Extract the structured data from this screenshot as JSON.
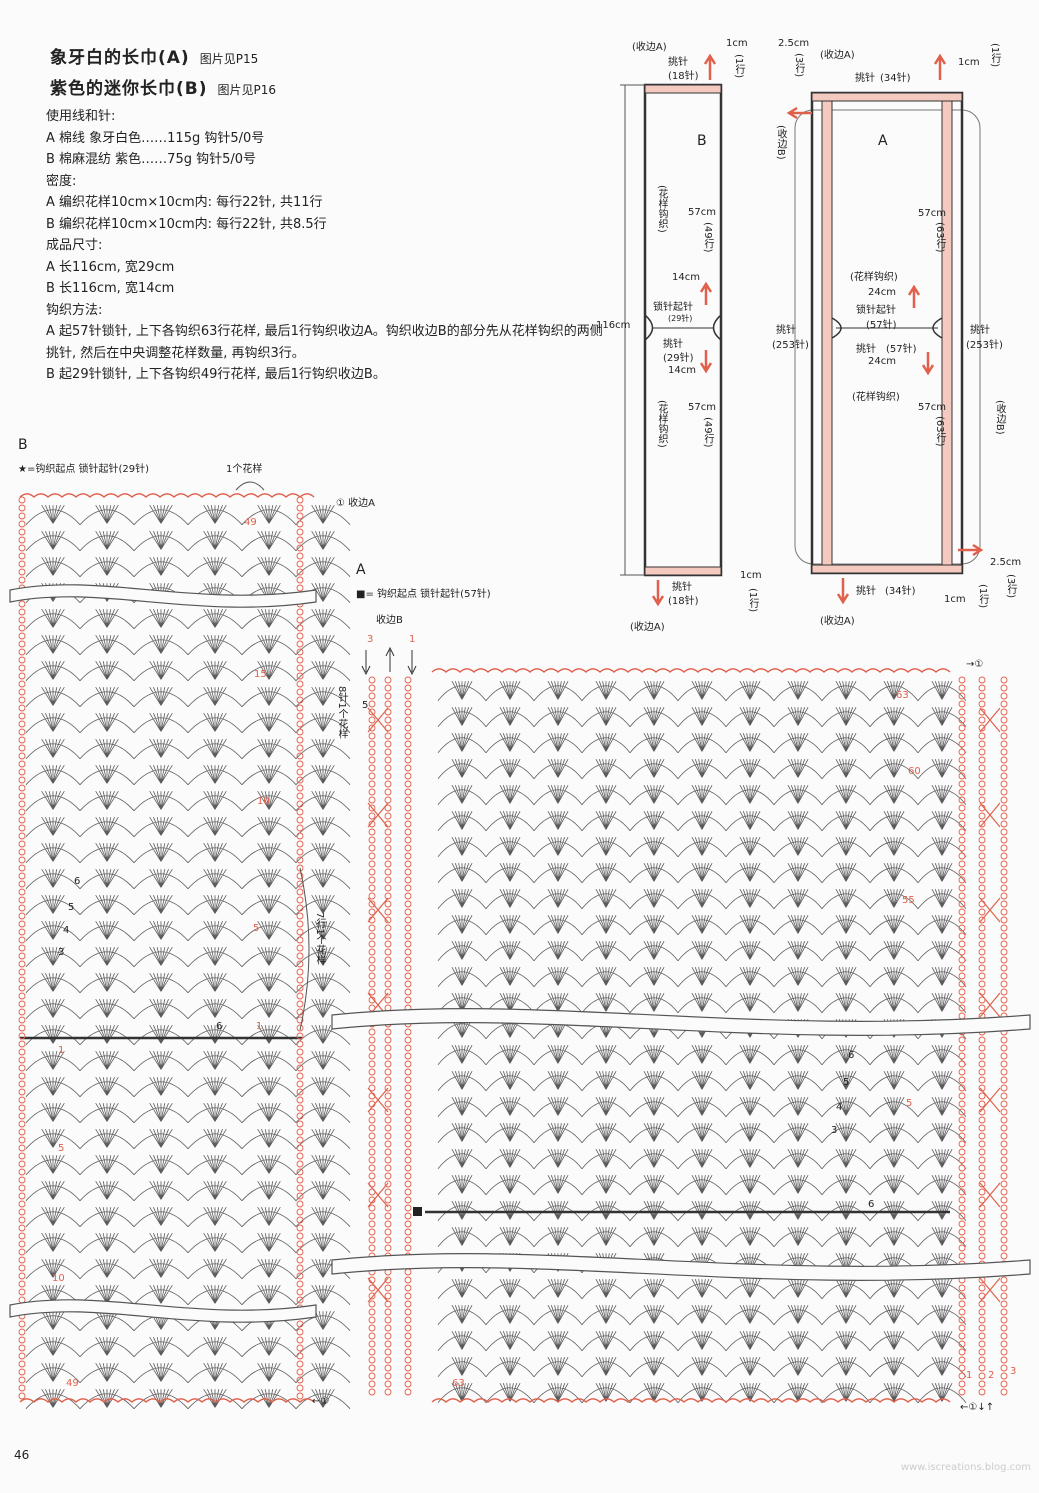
{
  "titles": {
    "a_title": "象牙白的长巾(A)",
    "a_ref": "图片见P15",
    "b_title": "紫色的迷你长巾(B)",
    "b_ref": "图片见P16"
  },
  "info": {
    "materials_head": "使用线和针:",
    "materials_a": "A 棉线 象牙白色……115g 钩针5/0号",
    "materials_b": "B 棉麻混纺 紫色……75g 钩针5/0号",
    "density_head": "密度:",
    "density_a": "A 编织花样10cm×10cm内: 每行22针, 共11行",
    "density_b": "B 编织花样10cm×10cm内: 每行22针, 共8.5行",
    "size_head": "成品尺寸:",
    "size_a": "A 长116cm, 宽29cm",
    "size_b": "B 长116cm, 宽14cm",
    "method_head": "钩织方法:",
    "method_a": "A 起57针锁针, 上下各钩织63行花样, 最后1行钩织收边A。钩织收边B的部分先从花样钩织的两侧挑针, 然后在中央调整花样数量, 再钩织3行。",
    "method_b": "B 起29针锁针, 上下各钩织49行花样, 最后1行钩织收边B。"
  },
  "schematic_b": {
    "label": "B",
    "edge_top": "(收边A)",
    "pick_top": "挑针",
    "pick_top_count": "(18针)",
    "top_1cm": "1cm",
    "top_row": "(1行)",
    "pattern_1": "(花样钩织)",
    "pattern_2": "(花样钩织)",
    "len_1": "57cm",
    "rows_1": "(49行)",
    "len_2": "57cm",
    "rows_2": "(49行)",
    "width_1": "14cm",
    "chain": "锁针起针",
    "chain_count": "(29针)",
    "pick_mid": "挑针",
    "pick_mid_count": "(29针)",
    "width_2": "14cm",
    "total": "116cm",
    "pick_bot": "挑针",
    "pick_bot_count": "(18针)",
    "bot_1cm": "1cm",
    "bot_row": "(1行)",
    "edge_bot": "(收边A)"
  },
  "schematic_a": {
    "label": "A",
    "top_25": "2.5cm",
    "top_3row": "(3行)",
    "edge_top": "(收边A)",
    "pick_top": "挑针",
    "pick_top_count": "(34针)",
    "top_1cm": "1cm",
    "top_row": "(1行)",
    "edge_b_left": "(收边B)",
    "len_1": "57cm",
    "rows_1": "(63行)",
    "pattern_1": "(花样钩织)",
    "width_1": "24cm",
    "chain": "锁针起针",
    "chain_count": "(57针)",
    "pick_mid": "挑针",
    "pick_mid_count": "(57针)",
    "width_2": "24cm",
    "side_left": "挑针",
    "side_left_count": "(253针)",
    "side_right": "挑针",
    "side_right_count": "(253针)",
    "pattern_2": "(花样钩织)",
    "len_2": "57cm",
    "rows_2": "(63行)",
    "edge_b_right": "(收边B)",
    "bot_25": "2.5cm",
    "bot_3row": "(3行)",
    "pick_bot": "挑针",
    "pick_bot_count": "(34针)",
    "bot_1cm": "1cm",
    "bot_row": "(1行)",
    "edge_bot": "(收边A)"
  },
  "chart_b": {
    "label": "B",
    "start_note": "★=钩织起点 锁针起针(29针)",
    "repeat": "1个花样",
    "edge_top": "① 收边A",
    "rows_repeat": "7行1个花样",
    "r49_top": "49",
    "r15": "15",
    "r10": "10",
    "r6": "6",
    "r5": "5",
    "r4": "4",
    "r3": "3",
    "r5c": "5",
    "r1": "1",
    "r6b": "6",
    "r1b": "1",
    "r1c": "1",
    "r5d": "5",
    "r10b": "10",
    "r49_bot": "49",
    "arrow_bot": "←①"
  },
  "chart_a": {
    "label": "A",
    "start_note": "■= 钩织起点 锁针起针(57针)",
    "edge_b": "收边B",
    "e3": "3",
    "e1": "1",
    "stitch_repeat": "8针1个花样",
    "n5": "5",
    "arrow_top_right": "→①",
    "r63": "63",
    "r60": "60",
    "r55": "55",
    "r6": "6",
    "r5": "5",
    "r4": "4",
    "r3": "3",
    "r5c": "5",
    "r6b": "6",
    "r63_bot": "63",
    "br1": "1",
    "br2": "2",
    "br3": "3",
    "arrow_bot": "←①↓↑"
  },
  "page": {
    "number": "46",
    "watermark": "www.iscreations.blog.com"
  },
  "colors": {
    "accent": "#e0604b",
    "line": "#333333"
  }
}
